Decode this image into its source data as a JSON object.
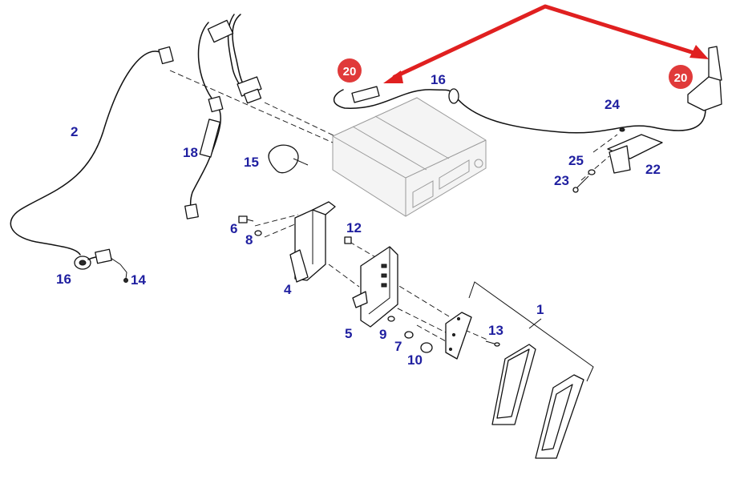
{
  "diagram": {
    "callouts": [
      {
        "text": "20"
      },
      {
        "text": "20"
      }
    ],
    "labels": {
      "l1": "1",
      "l2": "2",
      "l4": "4",
      "l5": "5",
      "l6": "6",
      "l7": "7",
      "l8": "8",
      "l9": "9",
      "l10": "10",
      "l12": "12",
      "l13": "13",
      "l14": "14",
      "l15": "15",
      "l16a": "16",
      "l16b": "16",
      "l18": "18",
      "l22": "22",
      "l23": "23",
      "l24": "24",
      "l25": "25"
    },
    "colors": {
      "label": "#1f1fa0",
      "callout": "#e03a3a",
      "arrow": "#e02020"
    }
  }
}
